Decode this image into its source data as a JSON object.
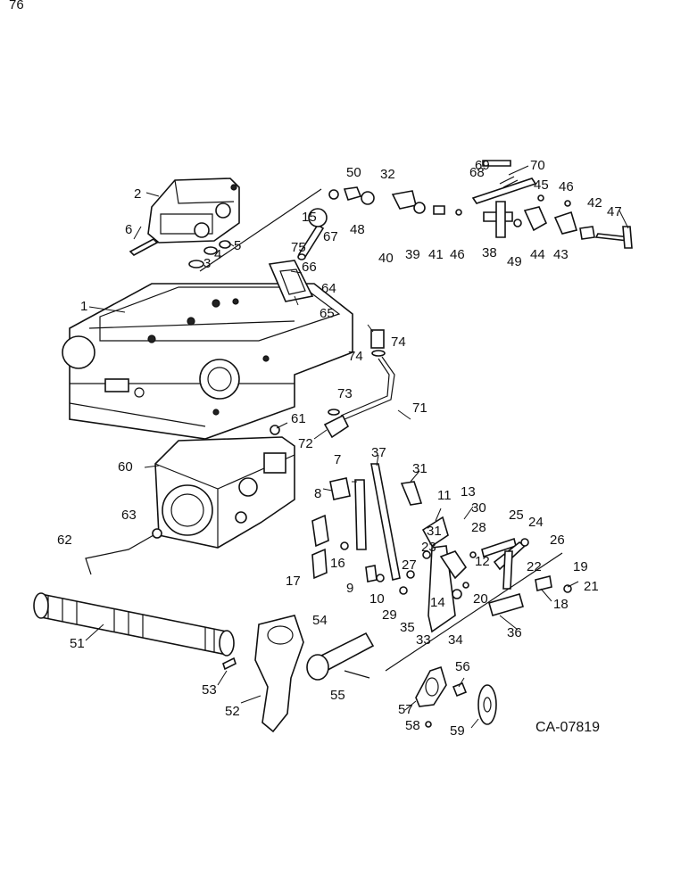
{
  "diagram": {
    "drawing_code": "CA-07819",
    "callouts": [
      "1",
      "2",
      "3",
      "4",
      "5",
      "6",
      "7",
      "8",
      "9",
      "10",
      "11",
      "12",
      "13",
      "14",
      "15",
      "16",
      "17",
      "18",
      "19",
      "20",
      "21",
      "22",
      "23",
      "24",
      "25",
      "26",
      "27",
      "28",
      "29",
      "30",
      "31",
      "31",
      "32",
      "33",
      "34",
      "35",
      "36",
      "37",
      "38",
      "39",
      "40",
      "41",
      "42",
      "43",
      "44",
      "45",
      "46",
      "46",
      "47",
      "48",
      "49",
      "50",
      "51",
      "52",
      "53",
      "54",
      "55",
      "56",
      "57",
      "58",
      "59",
      "60",
      "61",
      "62",
      "63",
      "64",
      "65",
      "66",
      "67",
      "68",
      "69",
      "70",
      "71",
      "72",
      "73",
      "74",
      "74",
      "75",
      "76"
    ]
  }
}
